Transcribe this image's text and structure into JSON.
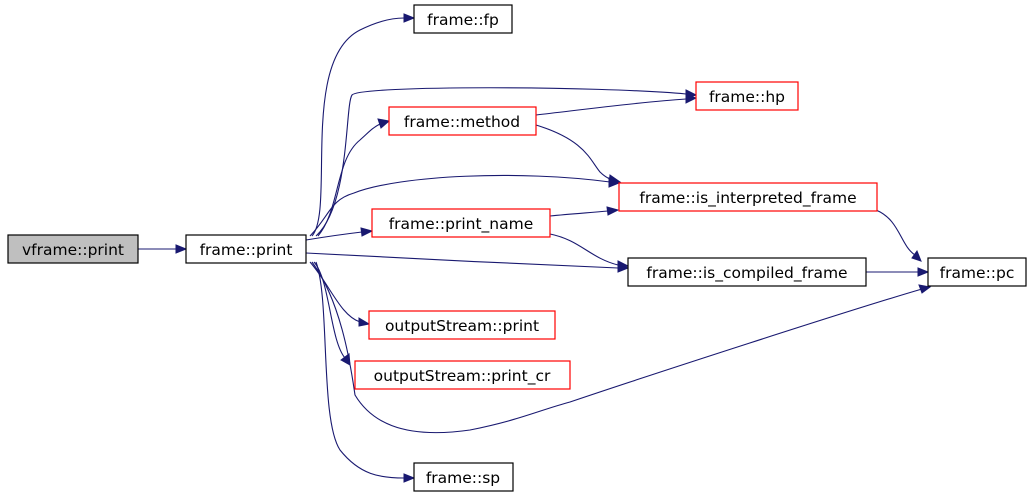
{
  "nodes": {
    "vframe_print": "vframe::print",
    "frame_print": "frame::print",
    "frame_fp": "frame::fp",
    "frame_hp": "frame::hp",
    "frame_method": "frame::method",
    "frame_is_interpreted_frame": "frame::is_interpreted_frame",
    "frame_print_name": "frame::print_name",
    "frame_is_compiled_frame": "frame::is_compiled_frame",
    "frame_pc": "frame::pc",
    "outputStream_print": "outputStream::print",
    "outputStream_print_cr": "outputStream::print_cr",
    "frame_sp": "frame::sp"
  },
  "colors": {
    "edge": "#191970",
    "root_fill": "#bfbfbf",
    "documented_border": "#000000",
    "undocumented_border": "#ff0000"
  }
}
